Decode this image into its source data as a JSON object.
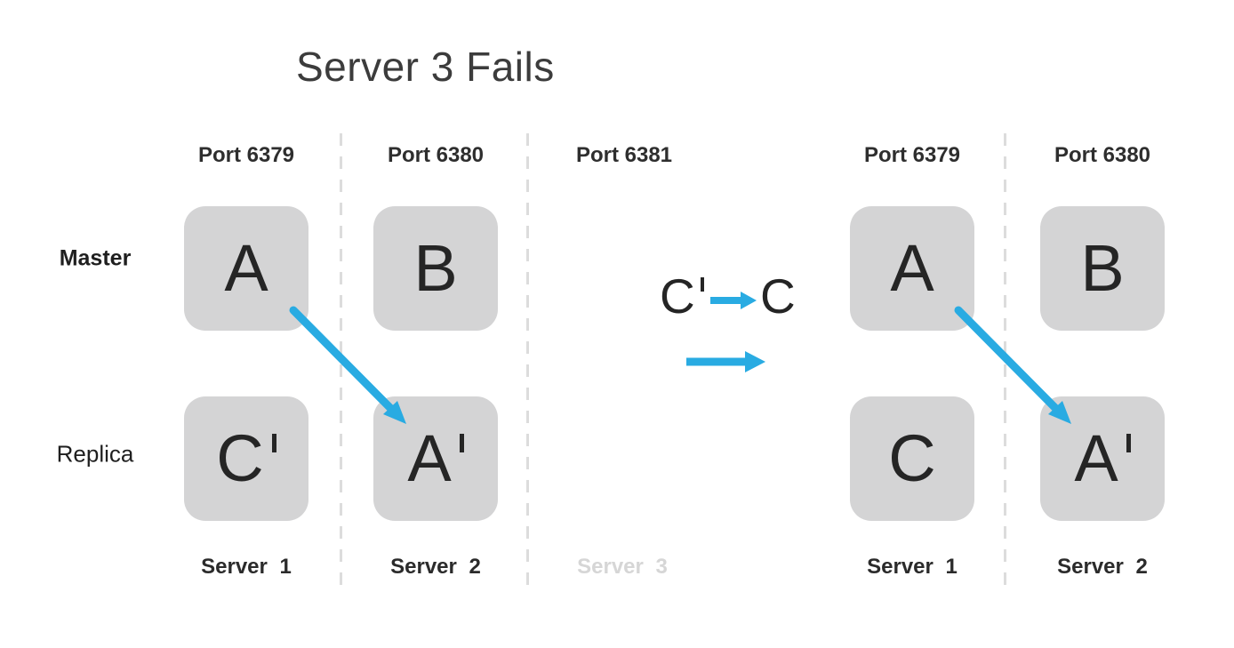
{
  "title": "Server 3 Fails",
  "colors": {
    "arrow_blue": "#29abe2",
    "box_gray": "#d4d4d5",
    "text_dark": "#2e2e2e",
    "faded_gray": "#d6d6d6"
  },
  "row_labels": {
    "master": "Master",
    "replica": "Replica"
  },
  "left_cluster": {
    "ports": [
      "Port 6379",
      "Port 6380",
      "Port 6381"
    ],
    "servers": [
      "Server 1",
      "Server 2",
      "Server 3"
    ],
    "master_boxes": [
      {
        "letter": "A",
        "prime": false
      },
      {
        "letter": "B",
        "prime": false
      }
    ],
    "replica_boxes": [
      {
        "letter": "C",
        "prime": true
      },
      {
        "letter": "A",
        "prime": true
      }
    ]
  },
  "right_cluster": {
    "ports": [
      "Port 6379",
      "Port 6380"
    ],
    "servers": [
      "Server 1",
      "Server 2"
    ],
    "master_boxes": [
      {
        "letter": "A",
        "prime": false
      },
      {
        "letter": "B",
        "prime": false
      }
    ],
    "replica_boxes": [
      {
        "letter": "C",
        "prime": false
      },
      {
        "letter": "A",
        "prime": true
      }
    ]
  },
  "annotation": {
    "from_letter": "C",
    "from_prime": true,
    "to_letter": "C"
  }
}
